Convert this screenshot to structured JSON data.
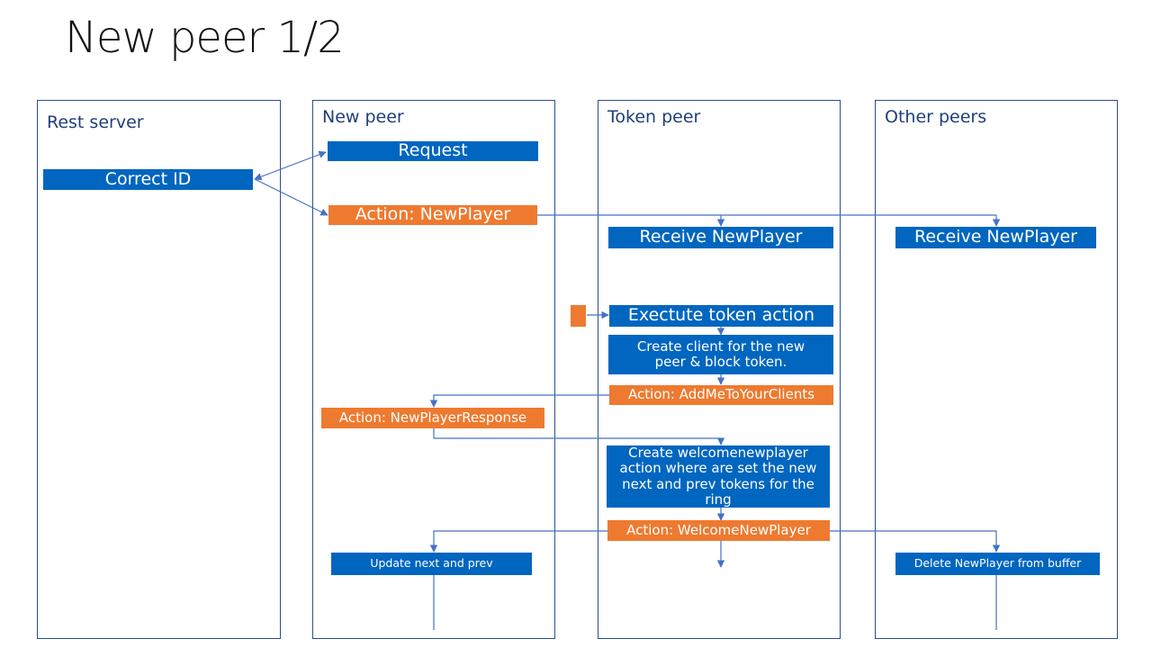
{
  "title": "New peer 1/2",
  "lanes": [
    {
      "label": "Rest server"
    },
    {
      "label": "New peer"
    },
    {
      "label": "Token peer"
    },
    {
      "label": "Other peers"
    }
  ],
  "boxes": {
    "request": "Request",
    "correct_id": "Correct ID",
    "action_newplayer": "Action: NewPlayer",
    "receive_newplayer_token": "Receive NewPlayer",
    "receive_newplayer_other": "Receive NewPlayer",
    "execute_token_action": "Exectute token action",
    "create_client": "Create client for the new peer & block token.",
    "action_addme": "Action: AddMeToYourClients",
    "action_newplayerresponse": "Action: NewPlayerResponse",
    "create_welcome": "Create welcomenewplayer action where are set the new next and prev tokens for the ring",
    "action_welcome": "Action: WelcomeNewPlayer",
    "update_next_prev": "Update next and prev",
    "delete_newplayer": "Delete NewPlayer from buffer"
  },
  "colors": {
    "blue": "#0066c0",
    "orange": "#ee7a30",
    "line": "#4472c4",
    "lane_border": "#2f4f8a"
  }
}
